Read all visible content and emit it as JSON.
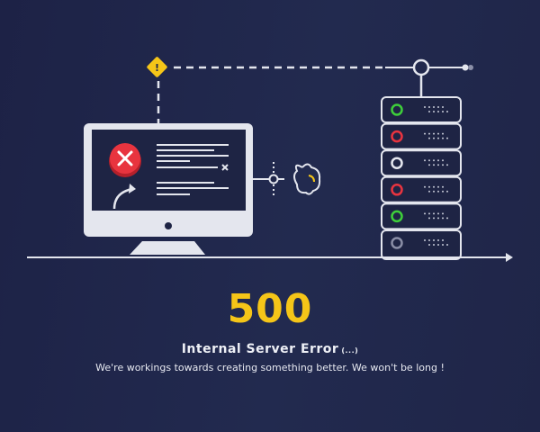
{
  "error": {
    "code": "500",
    "title": "Internal Server Error",
    "title_suffix": "(...)",
    "message": "We're workings towards creating something better. We won't be long !"
  },
  "colors": {
    "background": "#1f2548",
    "accent": "#f5c518",
    "error_red": "#e8343f",
    "ok_green": "#3ecf3a",
    "line": "#e4e6ee"
  },
  "illustration": {
    "warning_icon": "!",
    "error_icon": "×",
    "server_statuses": [
      "green",
      "red",
      "white",
      "red",
      "green",
      "gray"
    ]
  }
}
